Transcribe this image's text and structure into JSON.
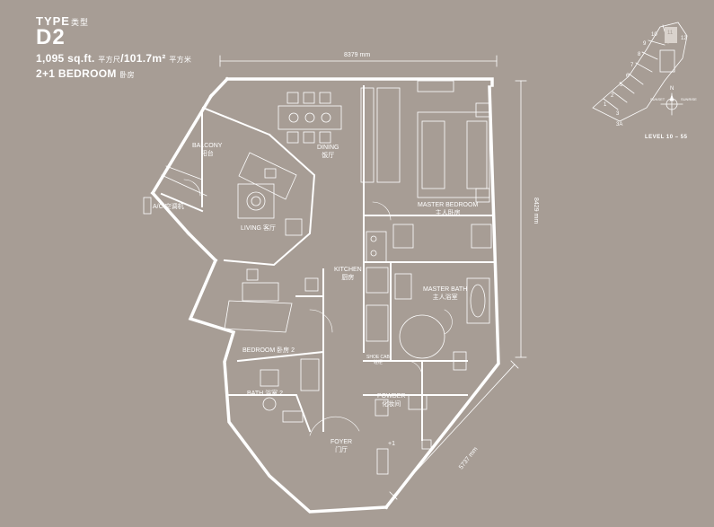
{
  "header": {
    "type_label": "TYPE",
    "type_label_cn": "类型",
    "unit_code": "D2",
    "area_sqft": "1,095 sq.ft.",
    "area_sqft_cn": "平方尺",
    "area_sqm": "/101.7m²",
    "area_sqm_cn": "平方米",
    "bedroom": "2+1 BEDROOM",
    "bedroom_cn": "卧房"
  },
  "rooms": {
    "balcony": {
      "en": "BALCONY",
      "cn": "阳台"
    },
    "ac": {
      "en": "A/C",
      "cn": "空调机"
    },
    "living": {
      "en": "LIVING",
      "cn": "客厅"
    },
    "dining": {
      "en": "DINING",
      "cn": "饭厅"
    },
    "master_bedroom": {
      "en": "MASTER BEDROOM",
      "cn": "主人卧房"
    },
    "kitchen": {
      "en": "KITCHEN",
      "cn": "厨房"
    },
    "master_bath": {
      "en": "MASTER BATH",
      "cn": "主人浴室"
    },
    "bedroom2": {
      "en": "BEDROOM",
      "cn": "卧房 2"
    },
    "bath2": {
      "en": "BATH",
      "cn": "浴室 2"
    },
    "shoe_cab": {
      "en": "SHOE CAB",
      "cn": "鞋柜"
    },
    "powder": {
      "en": "POWDER",
      "cn": "化妆间"
    },
    "foyer": {
      "en": "FOYER",
      "cn": "门厅"
    },
    "plus_one": "+1"
  },
  "dimensions": {
    "top": "8379 mm",
    "right": "8429 mm",
    "diagonal": "5737 mm"
  },
  "keyplan": {
    "level": "LEVEL 10 – 55",
    "units": [
      "1",
      "2",
      "3",
      "3A",
      "5",
      "6",
      "7",
      "8",
      "9",
      "10",
      "11",
      "12"
    ],
    "compass": {
      "north": "N",
      "sunset": "SUNSET",
      "sunrise": "SUNRISE"
    }
  },
  "colors": {
    "background": "#a79d95",
    "line": "#ffffff",
    "highlight": "#d9d2cc"
  }
}
